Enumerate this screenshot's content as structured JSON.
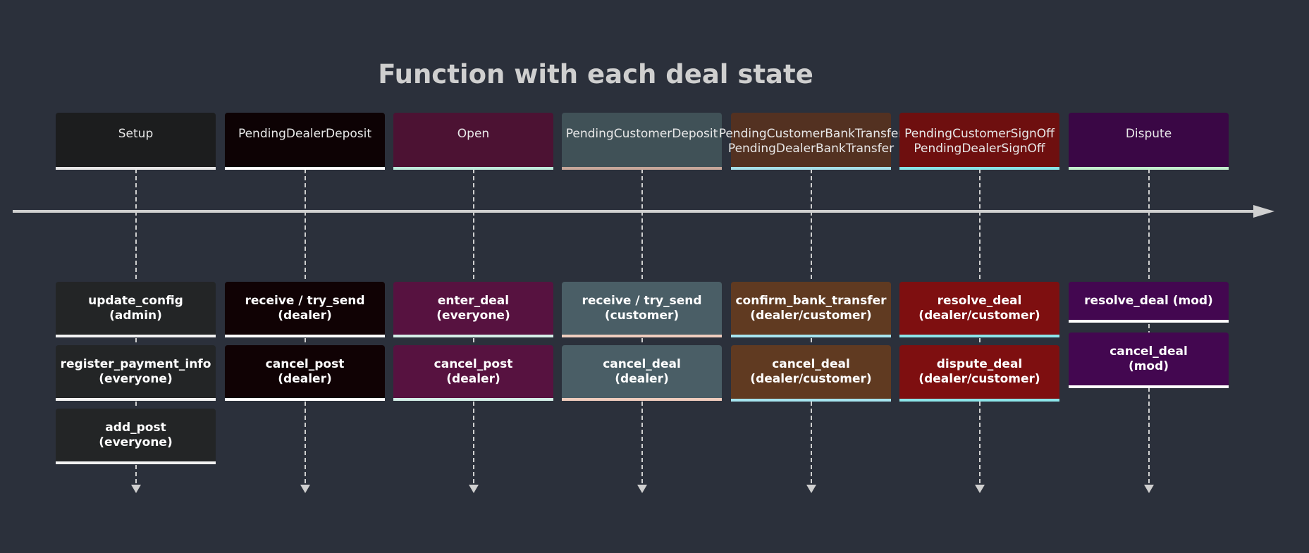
{
  "title": "Function with each deal state",
  "colors": {
    "background": "#2b303b",
    "axis": "#d0d0d0",
    "title": "#cfcfcf"
  },
  "columns": [
    {
      "header": "Setup",
      "header_bg": "#1c1d1e",
      "header_border": "#e6e6e6",
      "card_bg": "#232526",
      "card_border": "#f2f2f2",
      "functions": [
        "update_config\n(admin)",
        "register_payment_info\n(everyone)",
        "add_post\n(everyone)"
      ]
    },
    {
      "header": "PendingDealerDeposit",
      "header_bg": "#0d0204",
      "header_border": "#ffffff",
      "card_bg": "#100204",
      "card_border": "#ffffff",
      "functions": [
        "receive / try_send\n(dealer)",
        "cancel_post\n(dealer)"
      ]
    },
    {
      "header": "Open",
      "header_bg": "#4c1233",
      "header_border": "#bfeadb",
      "card_bg": "#571240",
      "card_border": "#d5efe8",
      "functions": [
        "enter_deal\n(everyone)",
        "cancel_post\n(dealer)"
      ]
    },
    {
      "header": "PendingCustomerDeposit",
      "header_bg": "#405157",
      "header_border": "#c7a79a",
      "card_bg": "#4a5e66",
      "card_border": "#f0cdbe",
      "functions": [
        "receive / try_send\n(customer)",
        "cancel_deal\n(dealer)"
      ]
    },
    {
      "header": "PendingCustomerBankTransfer\nPendingDealerBankTransfer",
      "header_bg": "#533121",
      "header_border": "#a6dfe8",
      "card_bg": "#603a21",
      "card_border": "#a6e5f0",
      "functions": [
        "confirm_bank_transfer\n(dealer/customer)",
        "cancel_deal\n(dealer/customer)"
      ]
    },
    {
      "header": "PendingCustomerSignOff\nPendingDealerSignOff",
      "header_bg": "#6e0f0f",
      "header_border": "#88e3e6",
      "card_bg": "#7e0f10",
      "card_border": "#8ce6ea",
      "functions": [
        "resolve_deal\n(dealer/customer)",
        "dispute_deal\n(dealer/customer)"
      ]
    },
    {
      "header": "Dispute",
      "header_bg": "#3a0745",
      "header_border": "#c2eecd",
      "card_bg": "#430750",
      "card_border": "#ffffff",
      "functions": [
        "resolve_deal (mod)",
        "cancel_deal\n(mod)"
      ]
    }
  ]
}
